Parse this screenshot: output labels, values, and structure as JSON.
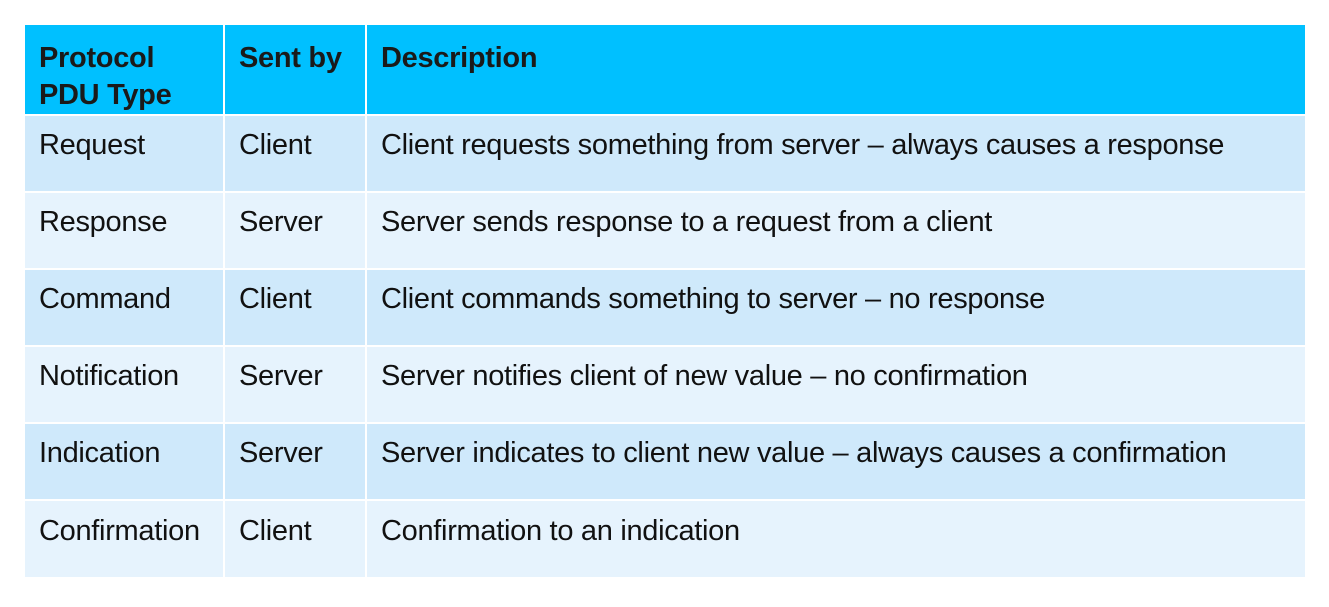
{
  "headers": {
    "type": "Protocol PDU Type",
    "sent_by": "Sent by",
    "description": "Description"
  },
  "rows": [
    {
      "type": "Request",
      "sent_by": "Client",
      "description": "Client requests something from server – always causes a response"
    },
    {
      "type": "Response",
      "sent_by": "Server",
      "description": "Server sends response to a request from a client"
    },
    {
      "type": "Command",
      "sent_by": "Client",
      "description": "Client commands something to server – no response"
    },
    {
      "type": "Notification",
      "sent_by": "Server",
      "description": "Server notifies client of new value – no confirmation"
    },
    {
      "type": "Indication",
      "sent_by": "Server",
      "description": "Server indicates to client new value – always causes a confirmation"
    },
    {
      "type": "Confirmation",
      "sent_by": "Client",
      "description": "Confirmation to an indication"
    }
  ],
  "colors": {
    "header_bg": "#00c0ff",
    "row_dark": "#cfe9fb",
    "row_light": "#e6f3fd"
  }
}
